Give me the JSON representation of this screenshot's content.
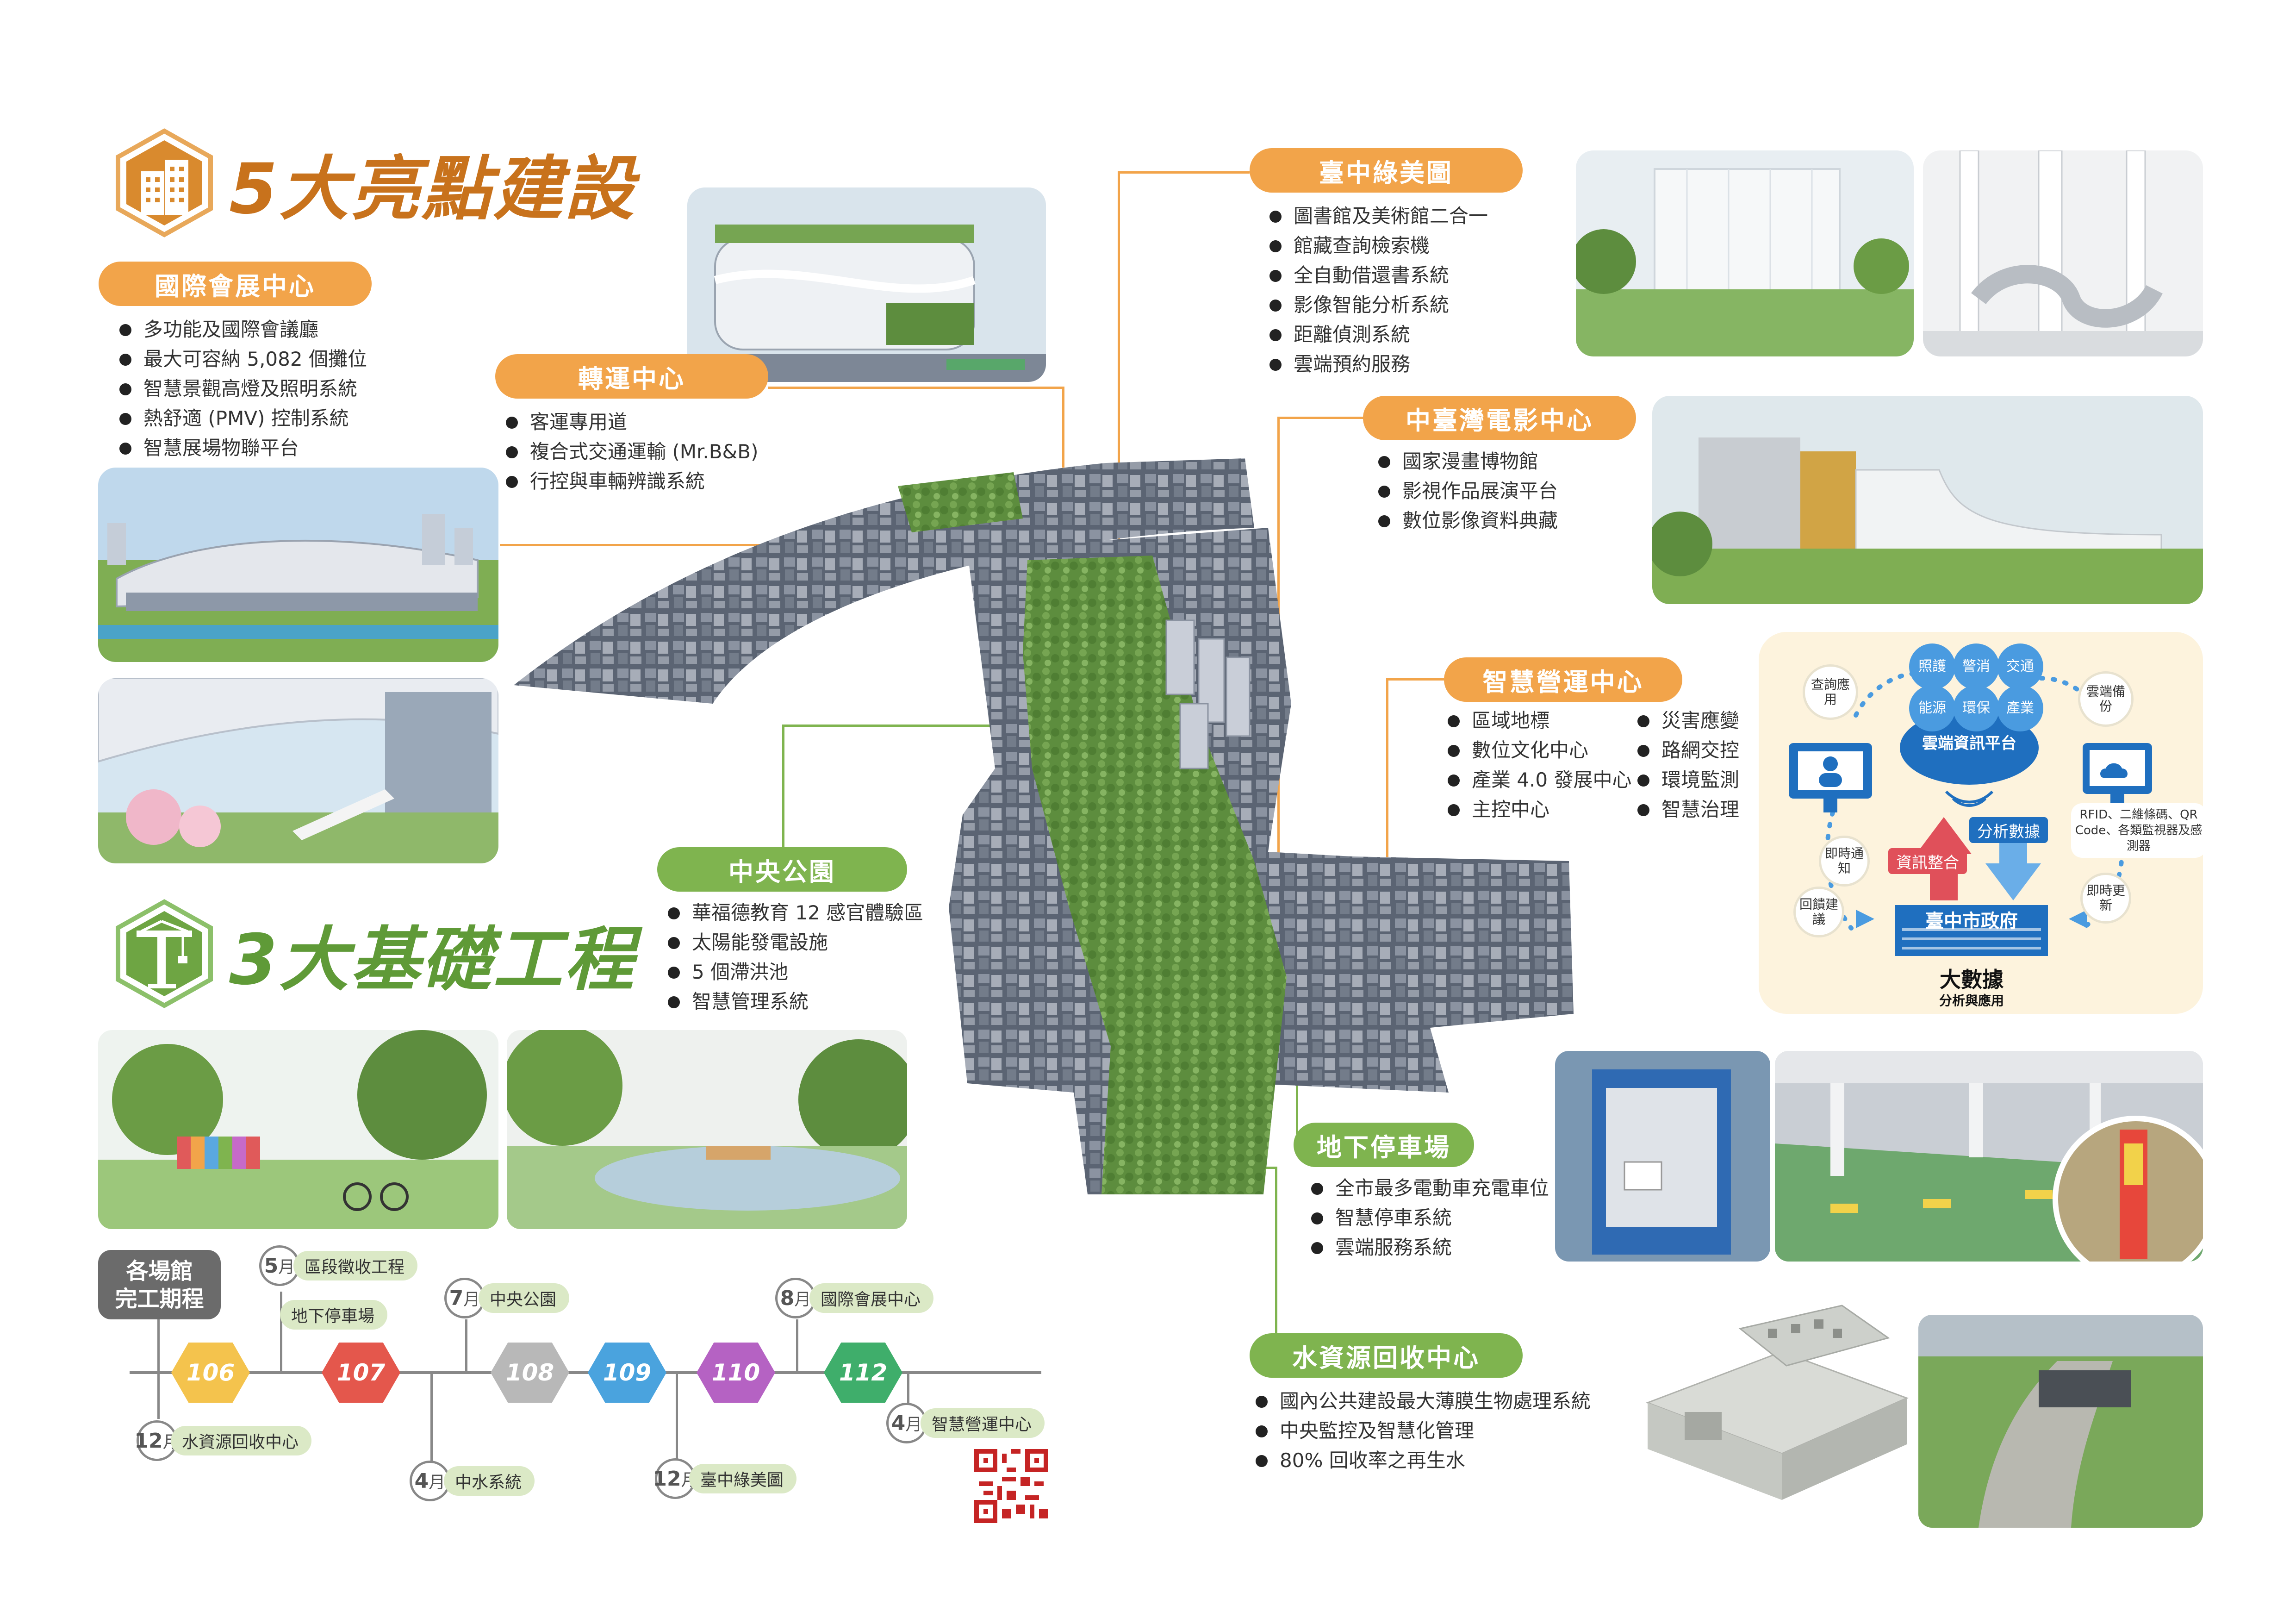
{
  "colors": {
    "orange": "#f2a44a",
    "green": "#7fb44f",
    "title_orange": "#c8721c",
    "title_green": "#5f9a37",
    "blue": "#1f6fbf"
  },
  "titles": {
    "highlights": "5大亮點建設",
    "infrastructure": "3大基礎工程"
  },
  "convention": {
    "label": "國際會展中心",
    "items": [
      "多功能及國際會議廳",
      "最大可容納 5,082 個攤位",
      "智慧景觀高燈及照明系統",
      "熱舒適 (PMV) 控制系統",
      "智慧展場物聯平台"
    ]
  },
  "transit": {
    "label": "轉運中心",
    "items": [
      "客運專用道",
      "複合式交通運輸 (Mr.B&B)",
      "行控與車輛辨識系統"
    ]
  },
  "green_art": {
    "label": "臺中綠美圖",
    "items": [
      "圖書館及美術館二合一",
      "館藏查詢檢索機",
      "全自動借還書系統",
      "影像智能分析系統",
      "距離偵測系統",
      "雲端預約服務"
    ]
  },
  "film": {
    "label": "中臺灣電影中心",
    "items": [
      "國家漫畫博物館",
      "影視作品展演平台",
      "數位影像資料典藏"
    ]
  },
  "smart_ops": {
    "label": "智慧營運中心",
    "col1": [
      "區域地標",
      "數位文化中心",
      "產業 4.0 發展中心",
      "主控中心"
    ],
    "col2": [
      "災害應變",
      "路網交控",
      "環境監測",
      "智慧治理"
    ]
  },
  "central_park": {
    "label": "中央公園",
    "items": [
      "華福德教育 12 感官體驗區",
      "太陽能發電設施",
      "5 個滯洪池",
      "智慧管理系統"
    ]
  },
  "parking": {
    "label": "地下停車場",
    "items": [
      "全市最多電動車充電車位",
      "智慧停車系統",
      "雲端服務系統"
    ]
  },
  "water": {
    "label": "水資源回收中心",
    "items": [
      "國內公共建設最大薄膜生物處理系統",
      "中央監控及智慧化管理",
      "80% 回收率之再生水"
    ]
  },
  "cloud": {
    "platform": "雲端資訊平台",
    "tags": [
      "照護",
      "警消",
      "交通",
      "能源",
      "環保",
      "產業"
    ],
    "query": "查詢應用",
    "backup": "雲端備份",
    "rfid": "RFID、二維條碼、QR Code、各類監視器及感測器",
    "notify": "即時通知",
    "update": "即時更新",
    "feedback": "回饋建議",
    "integrate": "資訊整合",
    "analysis": "分析數據",
    "gov": "臺中市政府",
    "bigdata": "大數據",
    "bigdata_sub": "分析與應用"
  },
  "timeline": {
    "title1": "各場館",
    "title2": "完工期程",
    "years": [
      "106",
      "107",
      "108",
      "109",
      "110",
      "112"
    ],
    "month_unit": "月",
    "events": [
      {
        "month": "5",
        "label": "區段徵收工程"
      },
      {
        "month": "",
        "label": "地下停車場"
      },
      {
        "month": "7",
        "label": "中央公園"
      },
      {
        "month": "8",
        "label": "國際會展中心"
      },
      {
        "month": "12",
        "label": "水資源回收中心"
      },
      {
        "month": "4",
        "label": "中水系統"
      },
      {
        "month": "12",
        "label": "臺中綠美圖"
      },
      {
        "month": "4",
        "label": "智慧營運中心"
      }
    ]
  }
}
